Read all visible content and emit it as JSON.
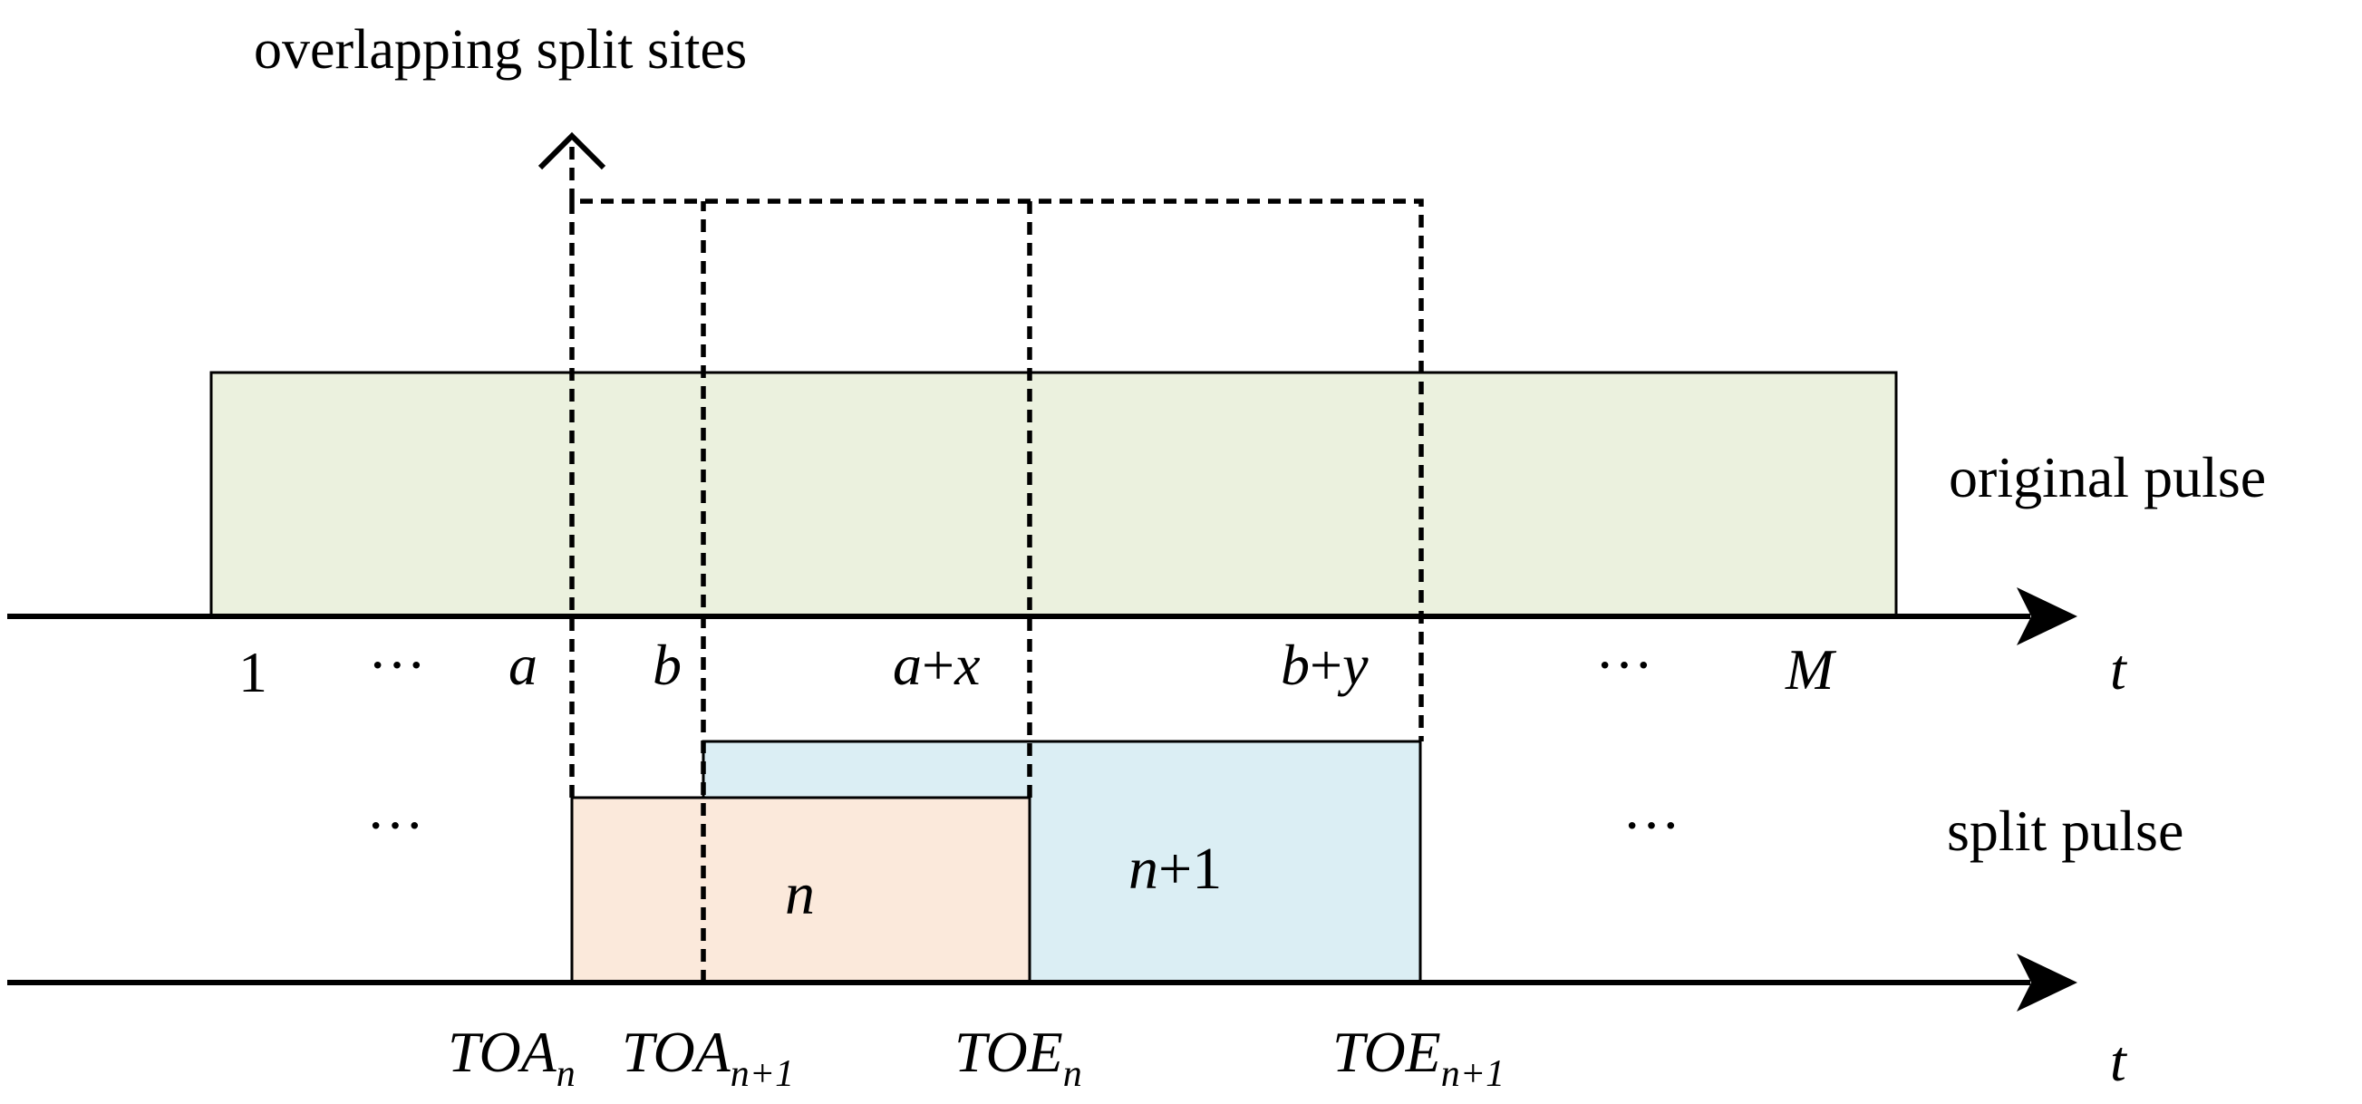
{
  "title": "overlapping split sites",
  "original_label": "original pulse",
  "split_label": "split pulse",
  "time_symbol": "t",
  "top_ticks": {
    "one": "1",
    "dots_left": "···",
    "a": "a",
    "b": "b",
    "a_plus_x": {
      "v1": "a",
      "op": "+",
      "v2": "x"
    },
    "b_plus_y": {
      "v1": "b",
      "op": "+",
      "v2": "y"
    },
    "dots_right": "···",
    "M": "M"
  },
  "split_dots_left": "···",
  "split_dots_right": "···",
  "pulse_n": "n",
  "pulse_n1": {
    "v": "n",
    "rest": "+1"
  },
  "bottom_labels": {
    "toa_n": {
      "base": "TOA",
      "sub": "n"
    },
    "toa_n1": {
      "base": "TOA",
      "sub": "n+1"
    },
    "toe_n": {
      "base": "TOE",
      "sub": "n"
    },
    "toe_n1": {
      "base": "TOE",
      "sub": "n+1"
    }
  },
  "colors": {
    "original_pulse": "#EBF1DE",
    "split_pulse_n": "#FBE9DB",
    "split_pulse_n1": "#DBEEF4",
    "line": "#000000"
  }
}
